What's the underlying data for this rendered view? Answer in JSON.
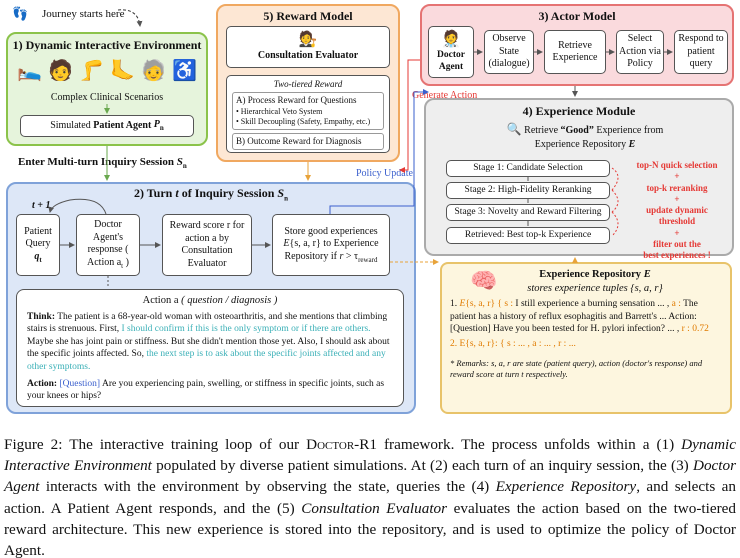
{
  "journey": {
    "label": "Journey starts here"
  },
  "env": {
    "title": "1) Dynamic Interactive Environment",
    "scenarios": "Complex Clinical Scenarios",
    "patient_prefix": "Simulated",
    "patient_bold": "Patient Agent",
    "patient_symbol": "P",
    "patient_sub": "n"
  },
  "enter_session": {
    "label": "Enter Multi-turn Inquiry Session",
    "symbol": "S",
    "sub": "n"
  },
  "reward": {
    "title": "5) Reward Model",
    "evaluator": "Consultation Evaluator",
    "two_tiered": "Two-tiered Reward",
    "process": "A) Process Reward for Questions",
    "bullet1": "• Hierarchical Veto System",
    "bullet2": "• Skill Decoupling (Safety, Empathy, etc.)",
    "outcome": "B) Outcome Reward for Diagnosis"
  },
  "actor": {
    "title": "3) Actor Model",
    "doctor": "Doctor Agent",
    "observe": "Observe State (dialogue)",
    "retrieve": "Retrieve Experience",
    "select": "Select Action via Policy",
    "respond": "Respond to patient query"
  },
  "edges": {
    "generate_action": "Generate Action",
    "policy_update": "Policy Update"
  },
  "experience": {
    "title": "4) Experience Module",
    "retrieve_line1_pre": "Retrieve ",
    "retrieve_line1_bold": "“Good”",
    "retrieve_line1_post": " Experience from",
    "retrieve_line2": "Experience Repository",
    "retrieve_line2_sym": "E",
    "stages": [
      "Stage 1: Candidate Selection",
      "Stage 2: High-Fidelity Reranking",
      "Stage 3: Novelty and Reward Filtering",
      "Retrieved: Best top-k Experience"
    ],
    "notes": [
      "top-N quick selection",
      "+",
      "top-k reranking",
      "+",
      "update dynamic",
      "threshold",
      "+",
      "filter out the",
      "best experiences !"
    ]
  },
  "turn": {
    "title_prefix": "2) Turn",
    "title_t": "t",
    "title_mid": "of Inquiry Session",
    "title_sym": "S",
    "title_sub": "n",
    "t_plus_1": "t + 1",
    "patient_query": "Patient Query",
    "patient_query_sym": "q",
    "patient_query_sub": "t",
    "doctor_response": "Doctor Agent's response ( Action a",
    "doctor_response_sub": "t",
    "doctor_response_end": ")",
    "reward_score": "Reward score r",
    "reward_score_rest": "for action a",
    "reward_score_end": "by Consultation Evaluator",
    "store": "Store good experiences",
    "store_tuple": "E",
    "store_tuple_rest": "{s",
    "store_tuple_end": ", a, r} to Experience Repository if",
    "store_cond": "r",
    "store_cond_rest": "> τ",
    "store_cond_sub": "reward",
    "action_head": "Action a",
    "action_head_rest": "( question / diagnosis )",
    "think_label": "Think:",
    "think_plain1": "The patient is a 68-year-old woman with osteoarthritis, and she mentions that climbing stairs is strenuous. First,",
    "think_teal1": "I should confirm if this is the only symptom or if there are others.",
    "think_plain2": "Maybe she has joint pain or stiffness. But she didn't mention those yet. Also, I should ask about the specific joints affected. So,",
    "think_teal2": "the next step is to ask about the specific joints affected and any other symptoms.",
    "action_label": "Action:",
    "action_tag": "[Question]",
    "action_text": "Are you experiencing pain, swelling, or stiffness in specific joints, such as your knees or hips?"
  },
  "repository": {
    "title": "Experience Repository",
    "title_sym": "E",
    "subtitle": "stores experience tuples {s",
    "subtitle_end": ", a, r}",
    "item1_num": "1.",
    "item1_sym": "E",
    "item1_tuple": "{s, a, r}",
    "item1_s_label": "{ s :",
    "item1_text1": "I still experience a burning sensation ... ,",
    "item1_a": "a :",
    "item1_text2": "The patient has a history of reflux esophagitis and Barrett's ... Action: [Question] Have you been tested for H. pylori infection? ... ,",
    "item1_r": "r : 0.72",
    "item2": "2. E{s, a, r}: { s : ... , a : ... , r : ...",
    "remarks": "* Remarks: s, a, r are state (patient query), action (doctor's response) and reward score at turn t respectively."
  },
  "caption": {
    "p1": "Figure 2: The interactive training loop of our",
    "doctor": "Doctor",
    "p1b": "-R1 framework. The process unfolds within a (1)",
    "i1": "Dynamic Interactive Environment",
    "p2": "populated by diverse patient simulations. At (2) each turn of an inquiry session, the (3)",
    "i2": "Doctor Agent",
    "p3": "interacts with the environment by observing the state, queries the (4)",
    "i3": "Experience Repository",
    "p4": ", and selects an action. A Patient Agent responds, and the (5)",
    "i4": "Consultation Evaluator",
    "p5": "evaluates the action based on the two-tiered reward architecture. This new experience is stored into the repository, and is used to optimize the policy of Doctor Agent."
  },
  "colors": {
    "green_bg": "#e6f4dc",
    "green_border": "#8bc34a",
    "orange_bg": "#fde7d4",
    "orange_border": "#f0a860",
    "pink_bg": "#fadadd",
    "pink_border": "#e57373",
    "blue_bg": "#dde7f7",
    "blue_border": "#7fa2d9",
    "gray_bg": "#eeeeee",
    "gray_border": "#aaaaaa",
    "yellow_bg": "#fdf6df",
    "yellow_border": "#e8c36a"
  }
}
